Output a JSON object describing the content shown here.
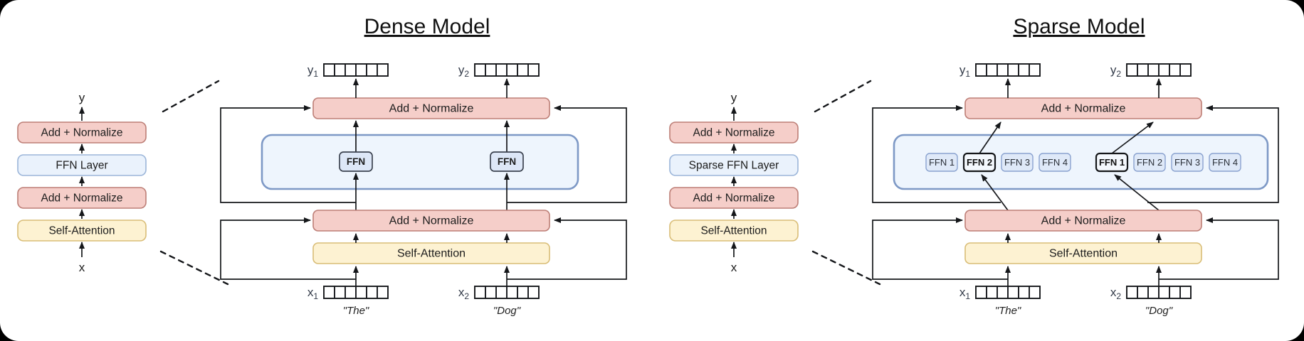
{
  "panels": {
    "dense": {
      "title": "Dense Model",
      "mini": {
        "output_label": "y",
        "add_norm_1": "Add + Normalize",
        "ffn_layer": "FFN Layer",
        "add_norm_2": "Add + Normalize",
        "self_attention": "Self-Attention",
        "input_label": "x"
      },
      "detail": {
        "add_norm_top": "Add + Normalize",
        "add_norm_bottom": "Add + Normalize",
        "self_attention": "Self-Attention",
        "ffn_boxes": [
          "FFN",
          "FFN"
        ],
        "outputs": [
          {
            "base": "y",
            "sub": "1"
          },
          {
            "base": "y",
            "sub": "2"
          }
        ],
        "inputs": [
          {
            "base": "x",
            "sub": "1",
            "token": "\"The\""
          },
          {
            "base": "x",
            "sub": "2",
            "token": "\"Dog\""
          }
        ]
      }
    },
    "sparse": {
      "title": "Sparse Model",
      "mini": {
        "output_label": "y",
        "add_norm_1": "Add + Normalize",
        "ffn_layer": "Sparse FFN Layer",
        "add_norm_2": "Add + Normalize",
        "self_attention": "Self-Attention",
        "input_label": "x"
      },
      "detail": {
        "add_norm_top": "Add + Normalize",
        "add_norm_bottom": "Add + Normalize",
        "self_attention": "Self-Attention",
        "expert_groups": [
          {
            "experts": [
              "FFN 1",
              "FFN 2",
              "FFN 3",
              "FFN 4"
            ],
            "selected_index": 1
          },
          {
            "experts": [
              "FFN 1",
              "FFN 2",
              "FFN 3",
              "FFN 4"
            ],
            "selected_index": 0
          }
        ],
        "outputs": [
          {
            "base": "y",
            "sub": "1"
          },
          {
            "base": "y",
            "sub": "2"
          }
        ],
        "inputs": [
          {
            "base": "x",
            "sub": "1",
            "token": "\"The\""
          },
          {
            "base": "x",
            "sub": "2",
            "token": "\"Dog\""
          }
        ]
      }
    }
  },
  "vector_cells": 6,
  "colors": {
    "add_normalize_fill": "#f5cec9",
    "add_normalize_stroke": "#bd7e76",
    "self_attention_fill": "#fdf2d2",
    "self_attention_stroke": "#d9bd77",
    "ffn_layer_fill": "#eaf2fc",
    "ffn_layer_stroke": "#9bb5d9",
    "expert_container_fill": "#eef5fd",
    "expert_container_stroke": "#7e99c6",
    "wire": "#15171a",
    "background": "#ffffff"
  }
}
